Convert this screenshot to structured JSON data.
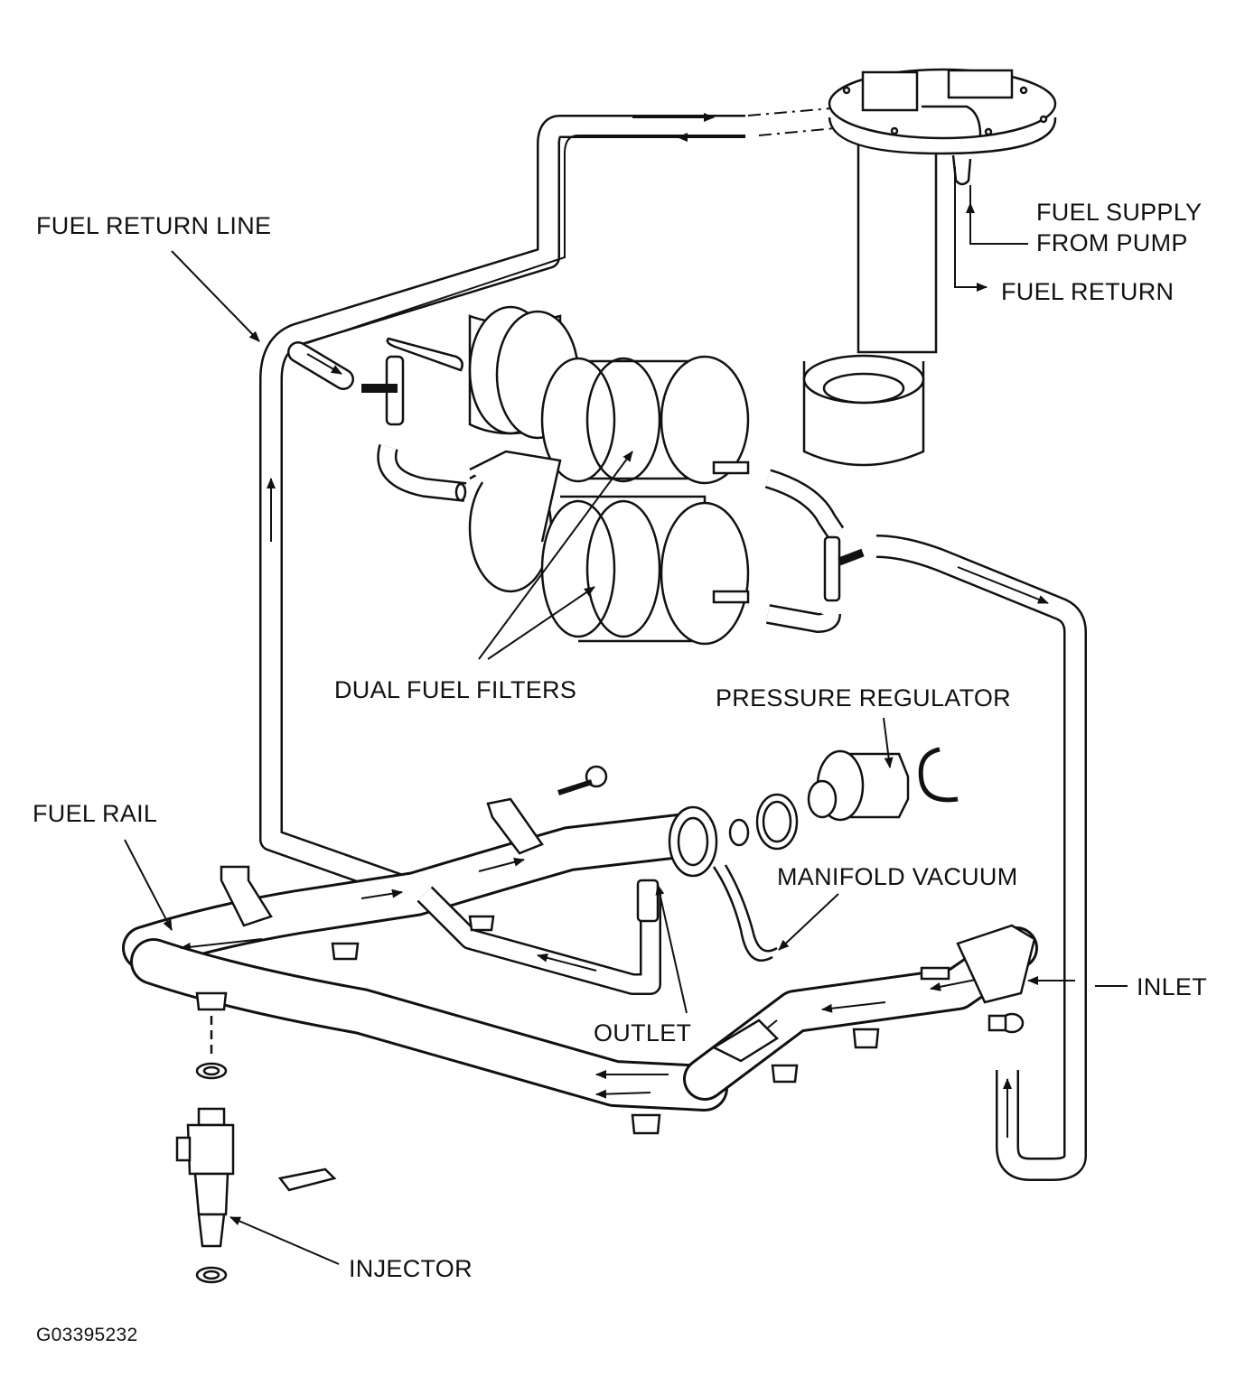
{
  "labels": {
    "fuel_return_line": "FUEL RETURN LINE",
    "fuel_supply_line1": "FUEL SUPPLY",
    "fuel_supply_line2": "FROM PUMP",
    "fuel_return": "FUEL RETURN",
    "dual_fuel_filters": "DUAL FUEL FILTERS",
    "pressure_regulator": "PRESSURE REGULATOR",
    "fuel_rail": "FUEL RAIL",
    "manifold_vacuum": "MANIFOLD VACUUM",
    "inlet": "INLET",
    "outlet": "OUTLET",
    "injector": "INJECTOR"
  },
  "figure_code": "G03395232",
  "colors": {
    "ink": "#111111",
    "paper": "#ffffff",
    "shade": "#d9d9d9"
  }
}
